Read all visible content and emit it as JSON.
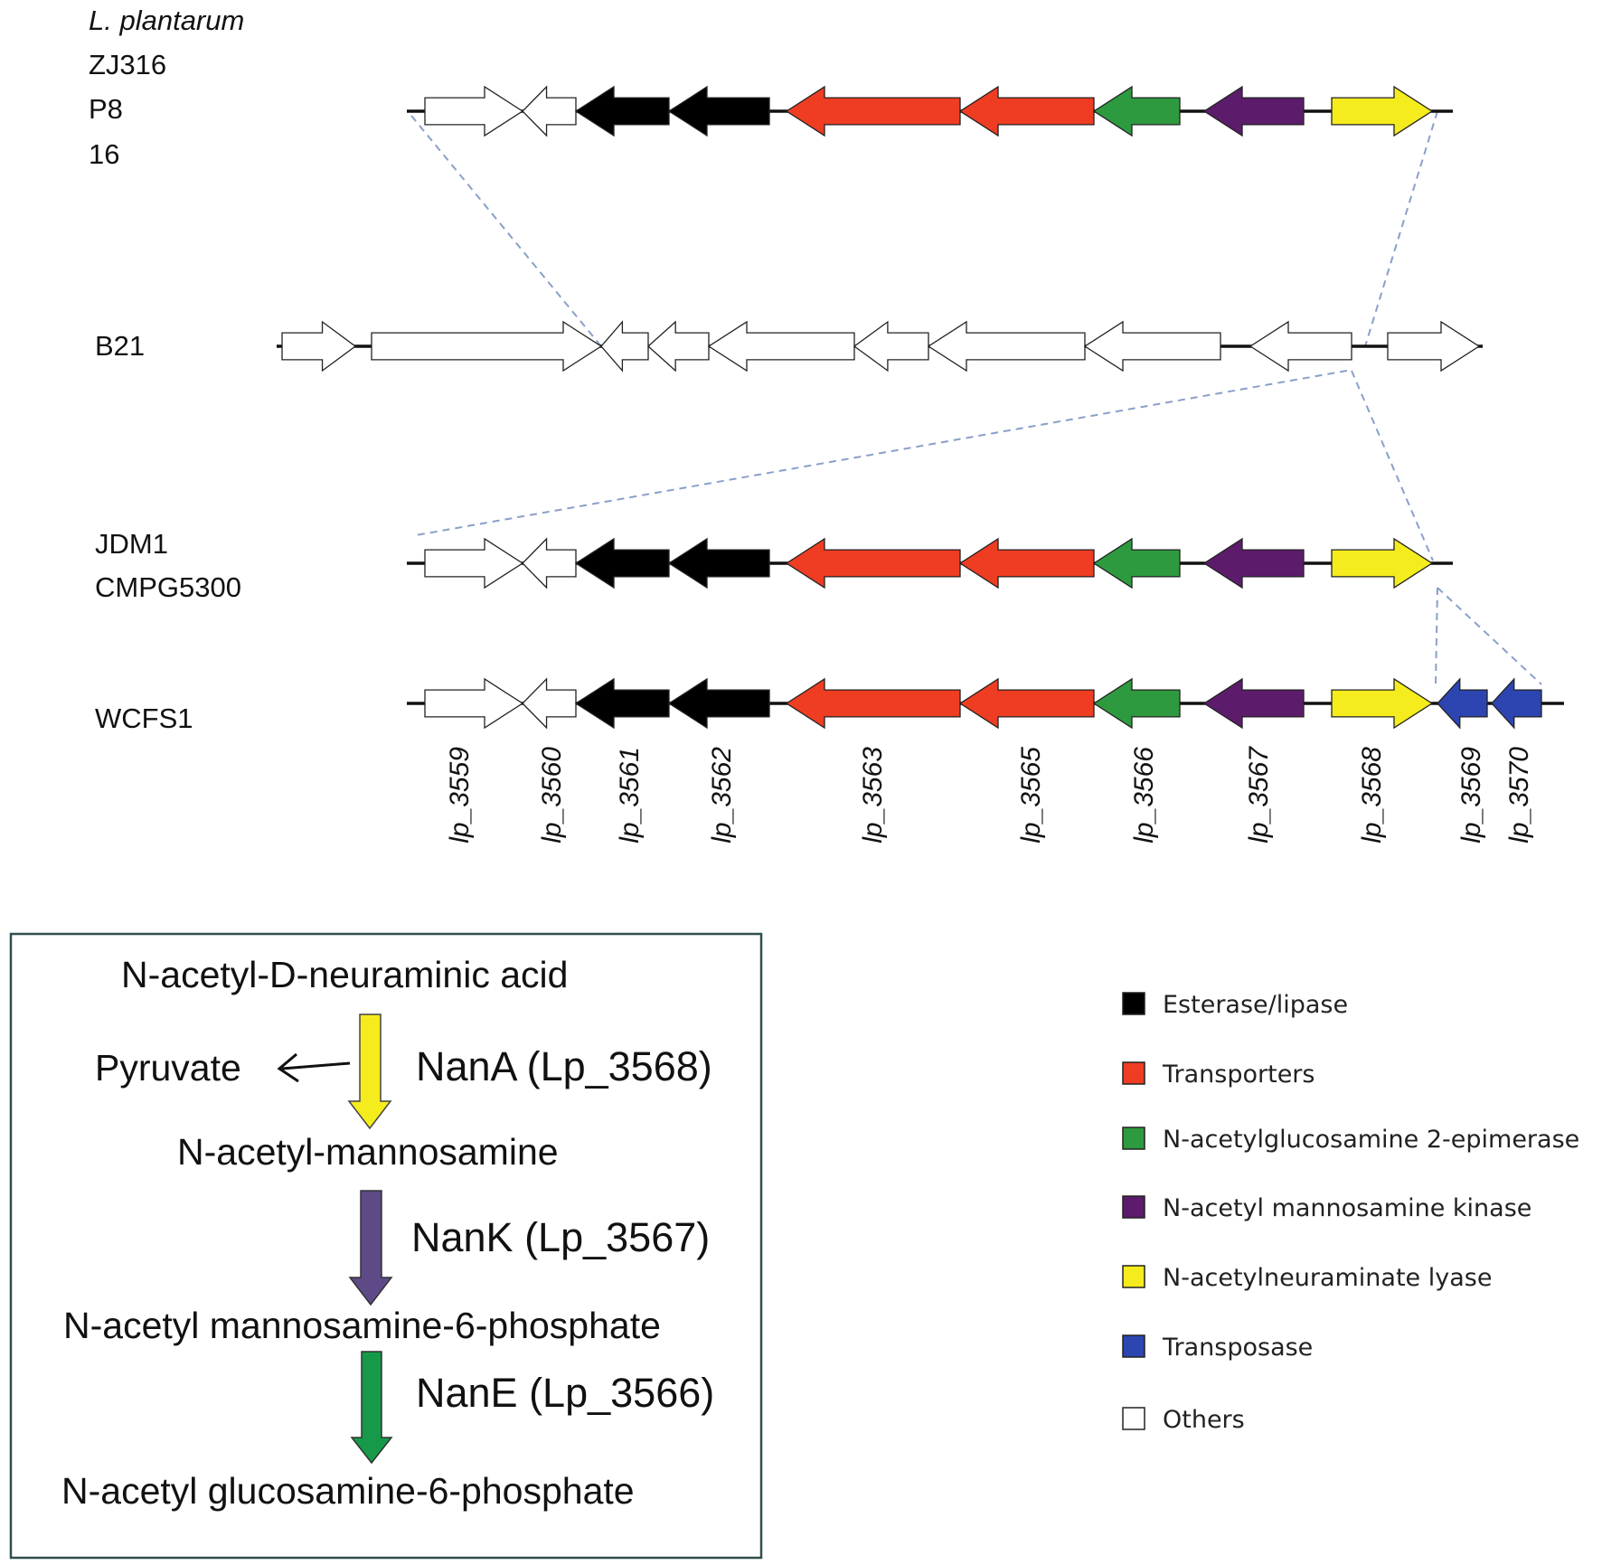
{
  "colors": {
    "esterase": "#000000",
    "transporter": "#ee3d22",
    "epimerase": "#2e9a3f",
    "kinase": "#5c1c6b",
    "lyase": "#f4ec1d",
    "transposase": "#2c45b0",
    "other": "#ffffff",
    "pathway_yellow": "#f4ec1d",
    "pathway_purple": "#5e4a86",
    "pathway_green": "#169a4a",
    "box_border": "#2f4f4f",
    "dashed": "#8aa0c8"
  },
  "strains": {
    "row1": [
      "L. plantarum",
      "ZJ316",
      "P8",
      "16"
    ],
    "row2": [
      "B21"
    ],
    "row3": [
      "JDM1",
      "CMPG5300"
    ],
    "row4": [
      "WCFS1"
    ]
  },
  "gene_labels": [
    "lp_3559",
    "lp_3560",
    "lp_3561",
    "lp_3562",
    "lp_3563",
    "lp_3565",
    "lp_3566",
    "lp_3567",
    "lp_3568",
    "lp_3569",
    "lp_3570"
  ],
  "pathway": {
    "compound1": "N-acetyl-D-neuraminic acid",
    "side_product": "Pyruvate",
    "enzyme1": "NanA (Lp_3568)",
    "compound2": "N-acetyl-mannosamine",
    "enzyme2": "NanK (Lp_3567)",
    "compound3": "N-acetyl mannosamine-6-phosphate",
    "enzyme3": "NanE (Lp_3566)",
    "compound4": "N-acetyl glucosamine-6-phosphate"
  },
  "legend": [
    {
      "label": "Esterase/lipase",
      "color": "#000000"
    },
    {
      "label": "Transporters",
      "color": "#ee3d22"
    },
    {
      "label": "N-acetylglucosamine 2-epimerase",
      "color": "#2e9a3f"
    },
    {
      "label": "N-acetyl mannosamine kinase",
      "color": "#5c1c6b"
    },
    {
      "label": "N-acetylneuraminate lyase",
      "color": "#f4ec1d"
    },
    {
      "label": "Transposase",
      "color": "#2c45b0"
    },
    {
      "label": "Others",
      "color": "#ffffff"
    }
  ]
}
